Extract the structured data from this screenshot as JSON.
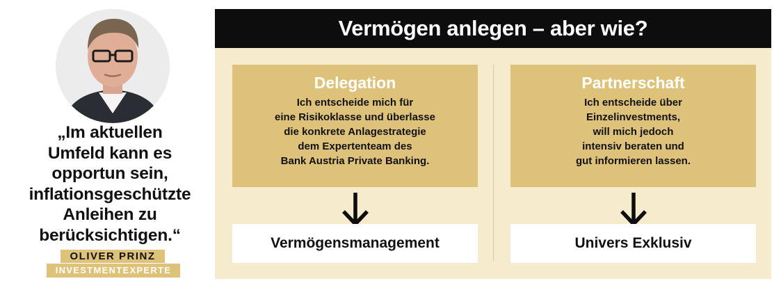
{
  "person": {
    "quote_lines": [
      "„Im aktuellen",
      "Umfeld kann es",
      "opportun sein,",
      "inflationsgeschützte",
      "Anleihen zu",
      "berücksichtigen.“"
    ],
    "name": "OLIVER PRINZ",
    "role": "INVESTMENTEXPERTE"
  },
  "diagram": {
    "title": "Vermögen anlegen – aber wie?",
    "options": [
      {
        "title": "Delegation",
        "text_lines": [
          "Ich entscheide mich für",
          "eine Risikoklasse und überlasse",
          "die konkrete Anlagestrategie",
          "dem Expertenteam des",
          "Bank Austria Private Banking."
        ],
        "result": "Vermögensmanagement"
      },
      {
        "title": "Partnerschaft",
        "text_lines": [
          "Ich entscheide über",
          "Einzelinvestments,",
          "will mich jedoch",
          "intensiv beraten und",
          "gut informieren lassen."
        ],
        "result": "Univers Exklusiv"
      }
    ]
  },
  "colors": {
    "accent_gold": "#dfc27a",
    "panel_bg": "#f7ebcd",
    "header_bg": "#0d0d0d"
  }
}
